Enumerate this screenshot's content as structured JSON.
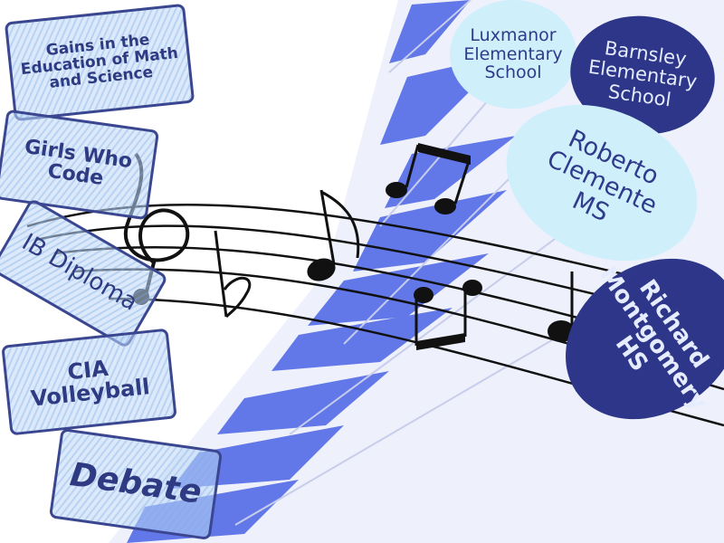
{
  "activities": {
    "gains": "Gains in the Education of Math and Science",
    "girls_who_code": "Girls Who Code",
    "ib_diploma": "IB Diploma",
    "cia_volleyball": "CIA Volleyball",
    "debate": "Debate"
  },
  "schools": {
    "luxmanor": "Luxmanor Elementary School",
    "barnsley": "Barnsley Elementary School",
    "clemente": "Roberto Clemente MS",
    "montgomery": "Richard Montgomery HS"
  },
  "colors": {
    "navy": "#2d3688",
    "light_blue": "#cfeffb",
    "piano_blue": "#3d5ae0",
    "stamp_border": "#3a4690"
  },
  "icons": [
    "treble-clef-icon",
    "flat-sign-icon",
    "eighth-note-icon",
    "beamed-notes-icon",
    "piano-keys-icon"
  ]
}
